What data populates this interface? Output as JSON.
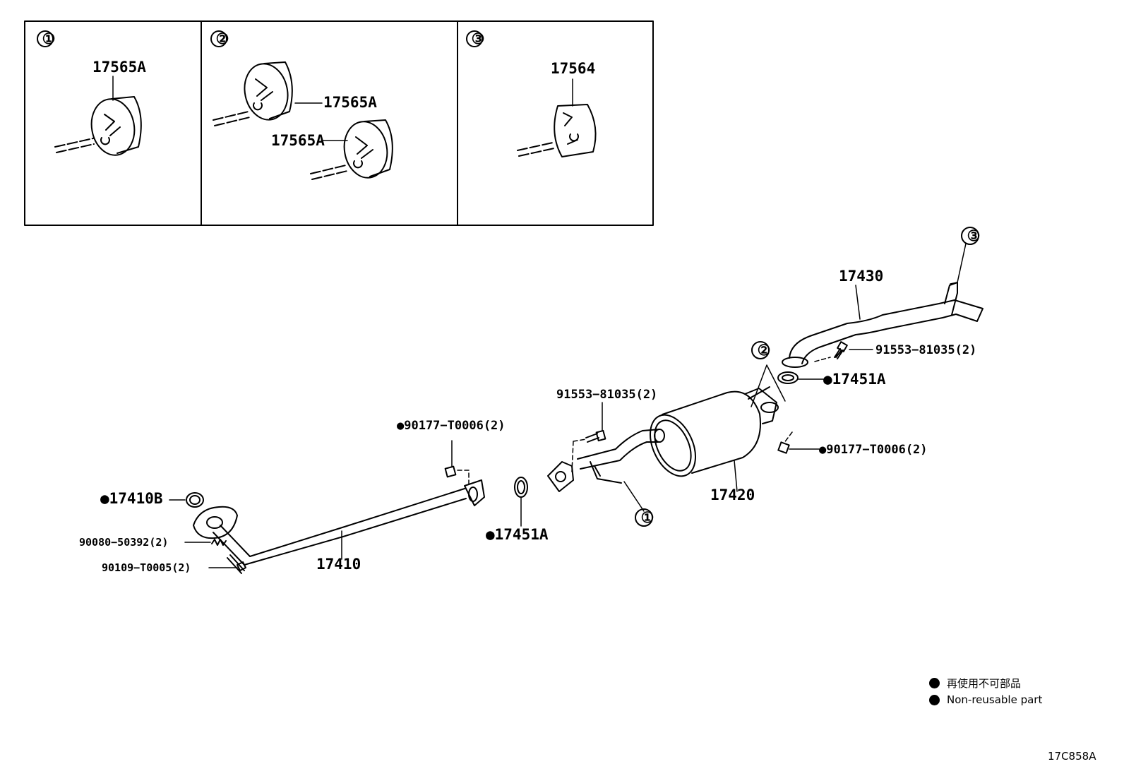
{
  "inset_panels": [
    {
      "marker": "①",
      "labels": [
        "17565A"
      ]
    },
    {
      "marker": "②",
      "labels": [
        "17565A",
        "17565A"
      ]
    },
    {
      "marker": "③",
      "labels": [
        "17564"
      ]
    }
  ],
  "callouts": {
    "c17430": "17430",
    "c91553_top": "91553−81035(2)",
    "c17451A_top": "●17451A",
    "c90177_right": "●90177−T0006(2)",
    "c91553_mid": "91553−81035(2)",
    "c90177_left": "●90177−T0006(2)",
    "c17420": "17420",
    "c17410B": "●17410B",
    "c90080": "90080−50392(2)",
    "c90109": "90109−T0005(2)",
    "c17410": "17410",
    "c17451A_bot": "●17451A",
    "m1": "①",
    "m2": "②",
    "m3": "③"
  },
  "legend": {
    "jp": "再使用不可部品",
    "en": "Non-reusable part"
  },
  "figure_code": "17C858A"
}
